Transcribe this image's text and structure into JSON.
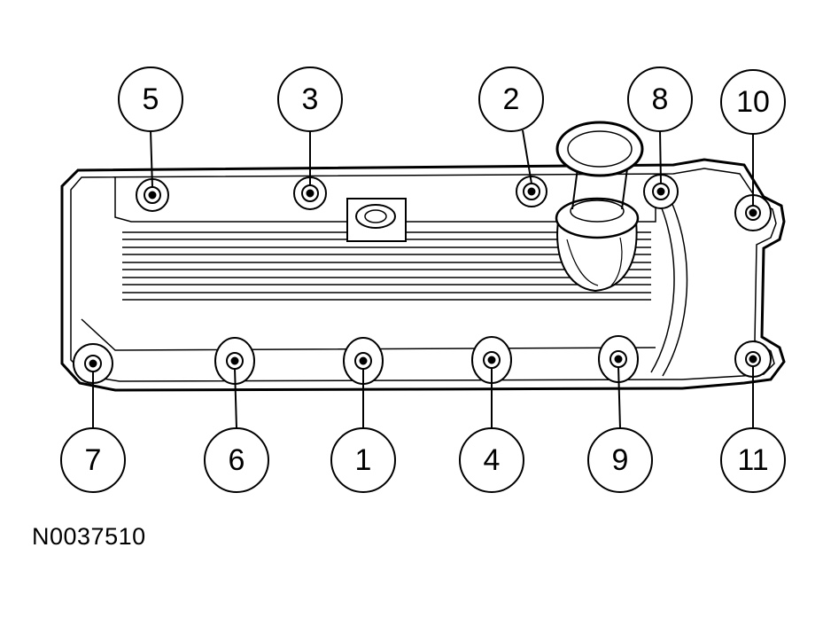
{
  "figure_id": "N0037510",
  "bolt_callouts": [
    "5",
    "3",
    "2",
    "8",
    "10",
    "7",
    "6",
    "1",
    "4",
    "9",
    "11"
  ]
}
